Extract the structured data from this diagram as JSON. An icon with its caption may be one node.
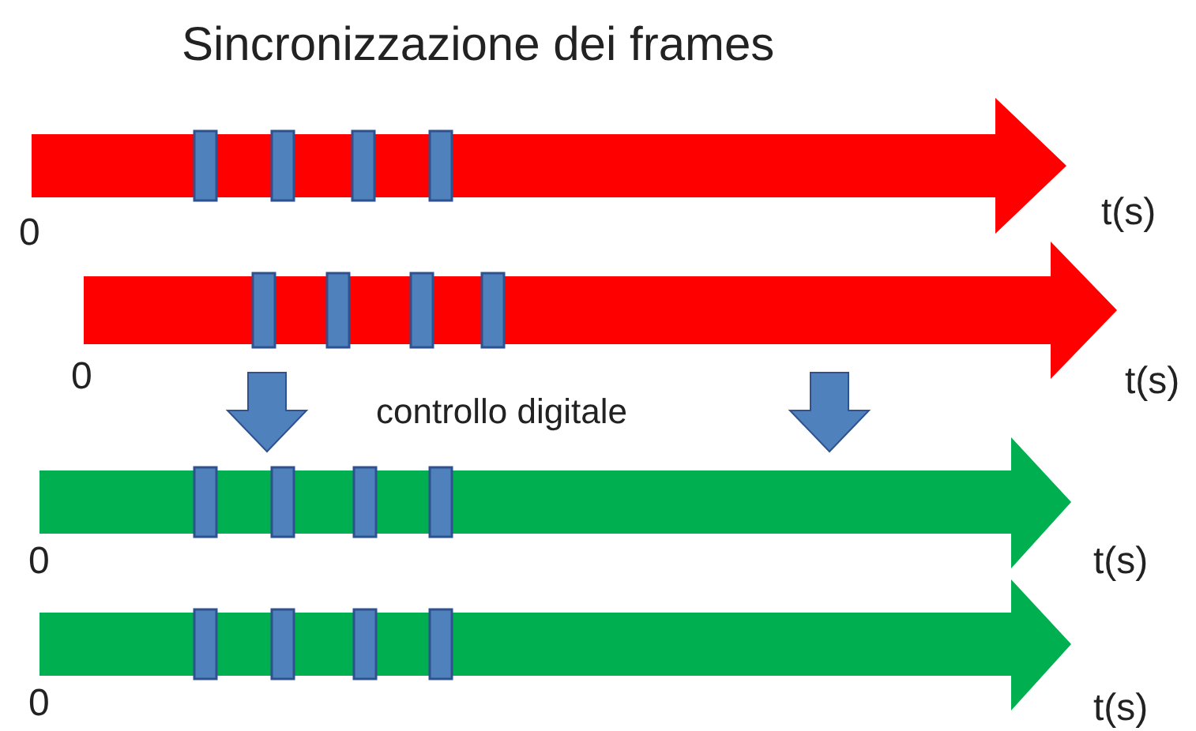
{
  "diagram": {
    "title": "Sincronizzazione dei frames",
    "labels": [
      "0",
      "t(s)",
      "0",
      "t(s)",
      "controllo digitale",
      "0",
      "t(s)",
      "0",
      "t(s)"
    ]
  }
}
